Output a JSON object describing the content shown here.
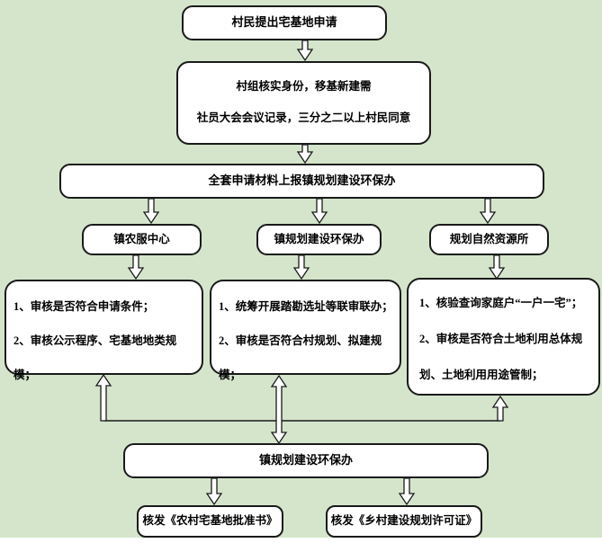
{
  "colors": {
    "background": "#d4e5cb",
    "node_fill": "#ffffff",
    "node_border": "#1a1a1a",
    "text": "#000000"
  },
  "flowchart": {
    "nodes": {
      "apply": {
        "label": "村民提出宅基地申请"
      },
      "verify": {
        "line1": "村组核实身份，移基新建需",
        "line2": "社员大会会议记录，三分之二以上村民同意"
      },
      "submit": {
        "label": "全套申请材料上报镇规划建设环保办"
      },
      "agri_center": {
        "label": "镇农服中心"
      },
      "planning_office": {
        "label": "镇规划建设环保办"
      },
      "resources_institute": {
        "label": "规划自然资源所"
      },
      "agri_tasks": {
        "items": [
          "1、审核是否符合申请条件；",
          "2、审核公示程序、宅基地地类规模；"
        ]
      },
      "planning_tasks": {
        "items": [
          "1、统筹开展踏勘选址等联审联办；",
          "2、审核是否符合村规划、拟建规模；"
        ]
      },
      "resources_tasks": {
        "items": [
          "1、核验查询家庭户“一户一宅”；",
          "2、审核是否符合土地利用总体规划、土地利用用途管制；"
        ]
      },
      "final_office": {
        "label": "镇规划建设环保办"
      },
      "issue_approval": {
        "label": "核发《农村宅基地批准书》"
      },
      "issue_permit": {
        "label": "核发《乡村建设规划许可证》"
      }
    }
  }
}
